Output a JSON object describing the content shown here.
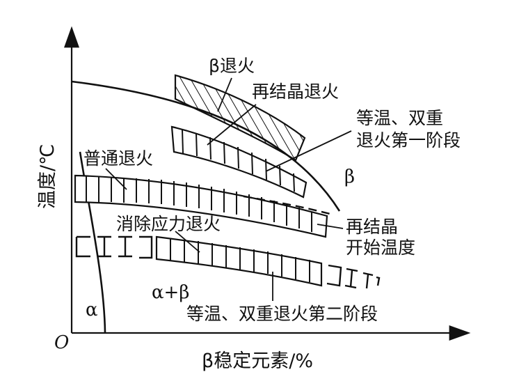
{
  "axes": {
    "y_label": "温度/℃",
    "x_label": "β稳定元素/%",
    "origin": "O"
  },
  "phases": {
    "alpha": "α",
    "beta": "β",
    "alpha_beta": "α+β"
  },
  "bands": {
    "beta_anneal": "β退火",
    "recrystallization_anneal": "再结晶退火",
    "isothermal_stage1_line1": "等温、双重",
    "isothermal_stage1_line2": "退火第一阶段",
    "normal_anneal": "普通退火",
    "stress_relief_anneal": "消除应力退火",
    "isothermal_stage2": "等温、双重退火第二阶段"
  },
  "curves": {
    "recryst_start_line1": "再结晶",
    "recryst_start_line2": "开始温度"
  }
}
